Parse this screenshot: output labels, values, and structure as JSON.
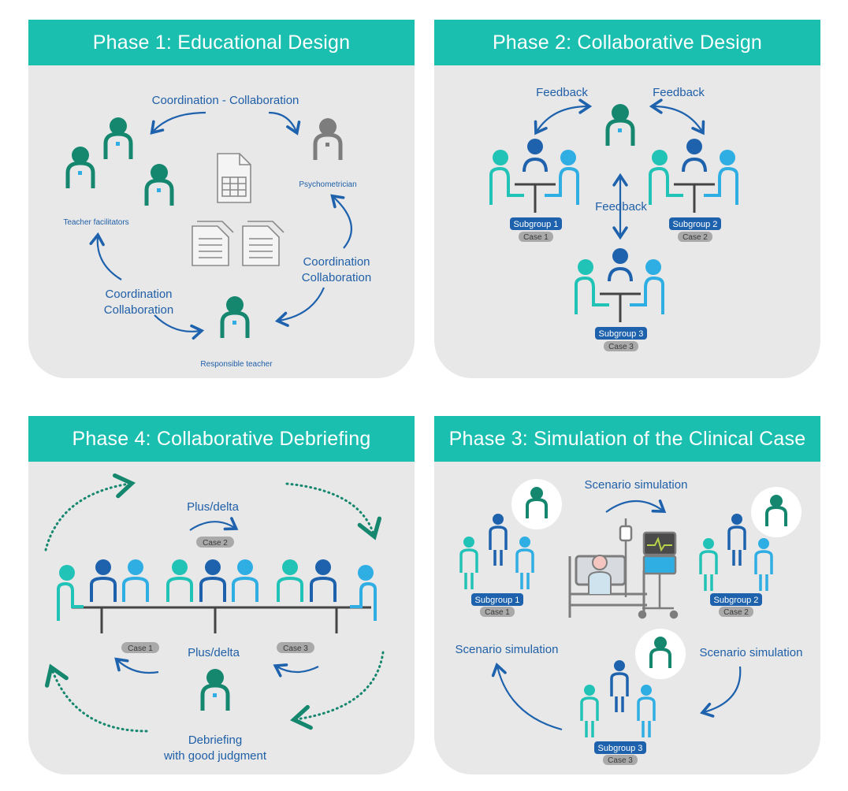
{
  "colors": {
    "header": "#1bbfb0",
    "panel_bg": "#e8e8e8",
    "teal_dark": "#15876f",
    "teal_light": "#22c3b7",
    "blue_dark": "#1e62ad",
    "blue_light": "#2eaee3",
    "gray": "#7d7d7d",
    "label_blue": "#1f5fa8"
  },
  "phase1": {
    "title": "Phase 1: Educational Design",
    "top_arrow": "Coordination - Collaboration",
    "right_arrow_l1": "Coordination",
    "right_arrow_l2": "Collaboration",
    "left_arrow_l1": "Coordination",
    "left_arrow_l2": "Collaboration",
    "teacher_facilitators": "Teacher facilitators",
    "psychometrician": "Psychometrician",
    "responsible_teacher": "Responsible teacher"
  },
  "phase2": {
    "title": "Phase 2: Collaborative Design",
    "feedback_left": "Feedback",
    "feedback_right": "Feedback",
    "feedback_center": "Feedback",
    "sg1": "Subgroup 1",
    "case1": "Case  1",
    "sg2": "Subgroup 2",
    "case2": "Case  2",
    "sg3": "Subgroup 3",
    "case3": "Case  3"
  },
  "phase4": {
    "title": "Phase 4: Collaborative Debriefing",
    "plus_delta_top": "Plus/delta",
    "plus_delta_bottom": "Plus/delta",
    "case2": "Case  2",
    "case1": "Case  1",
    "case3": "Case 3",
    "debrief_l1": "Debriefing",
    "debrief_l2": "with good judgment"
  },
  "phase3": {
    "title": "Phase 3: Simulation of the Clinical Case",
    "scenario_top": "Scenario simulation",
    "scenario_left": "Scenario simulation",
    "scenario_right": "Scenario simulation",
    "sg1": "Subgroup 1",
    "case1": "Case  1",
    "sg2": "Subgroup 2",
    "case2": "Case  2",
    "sg3": "Subgroup 3",
    "case3": "Case  3"
  }
}
